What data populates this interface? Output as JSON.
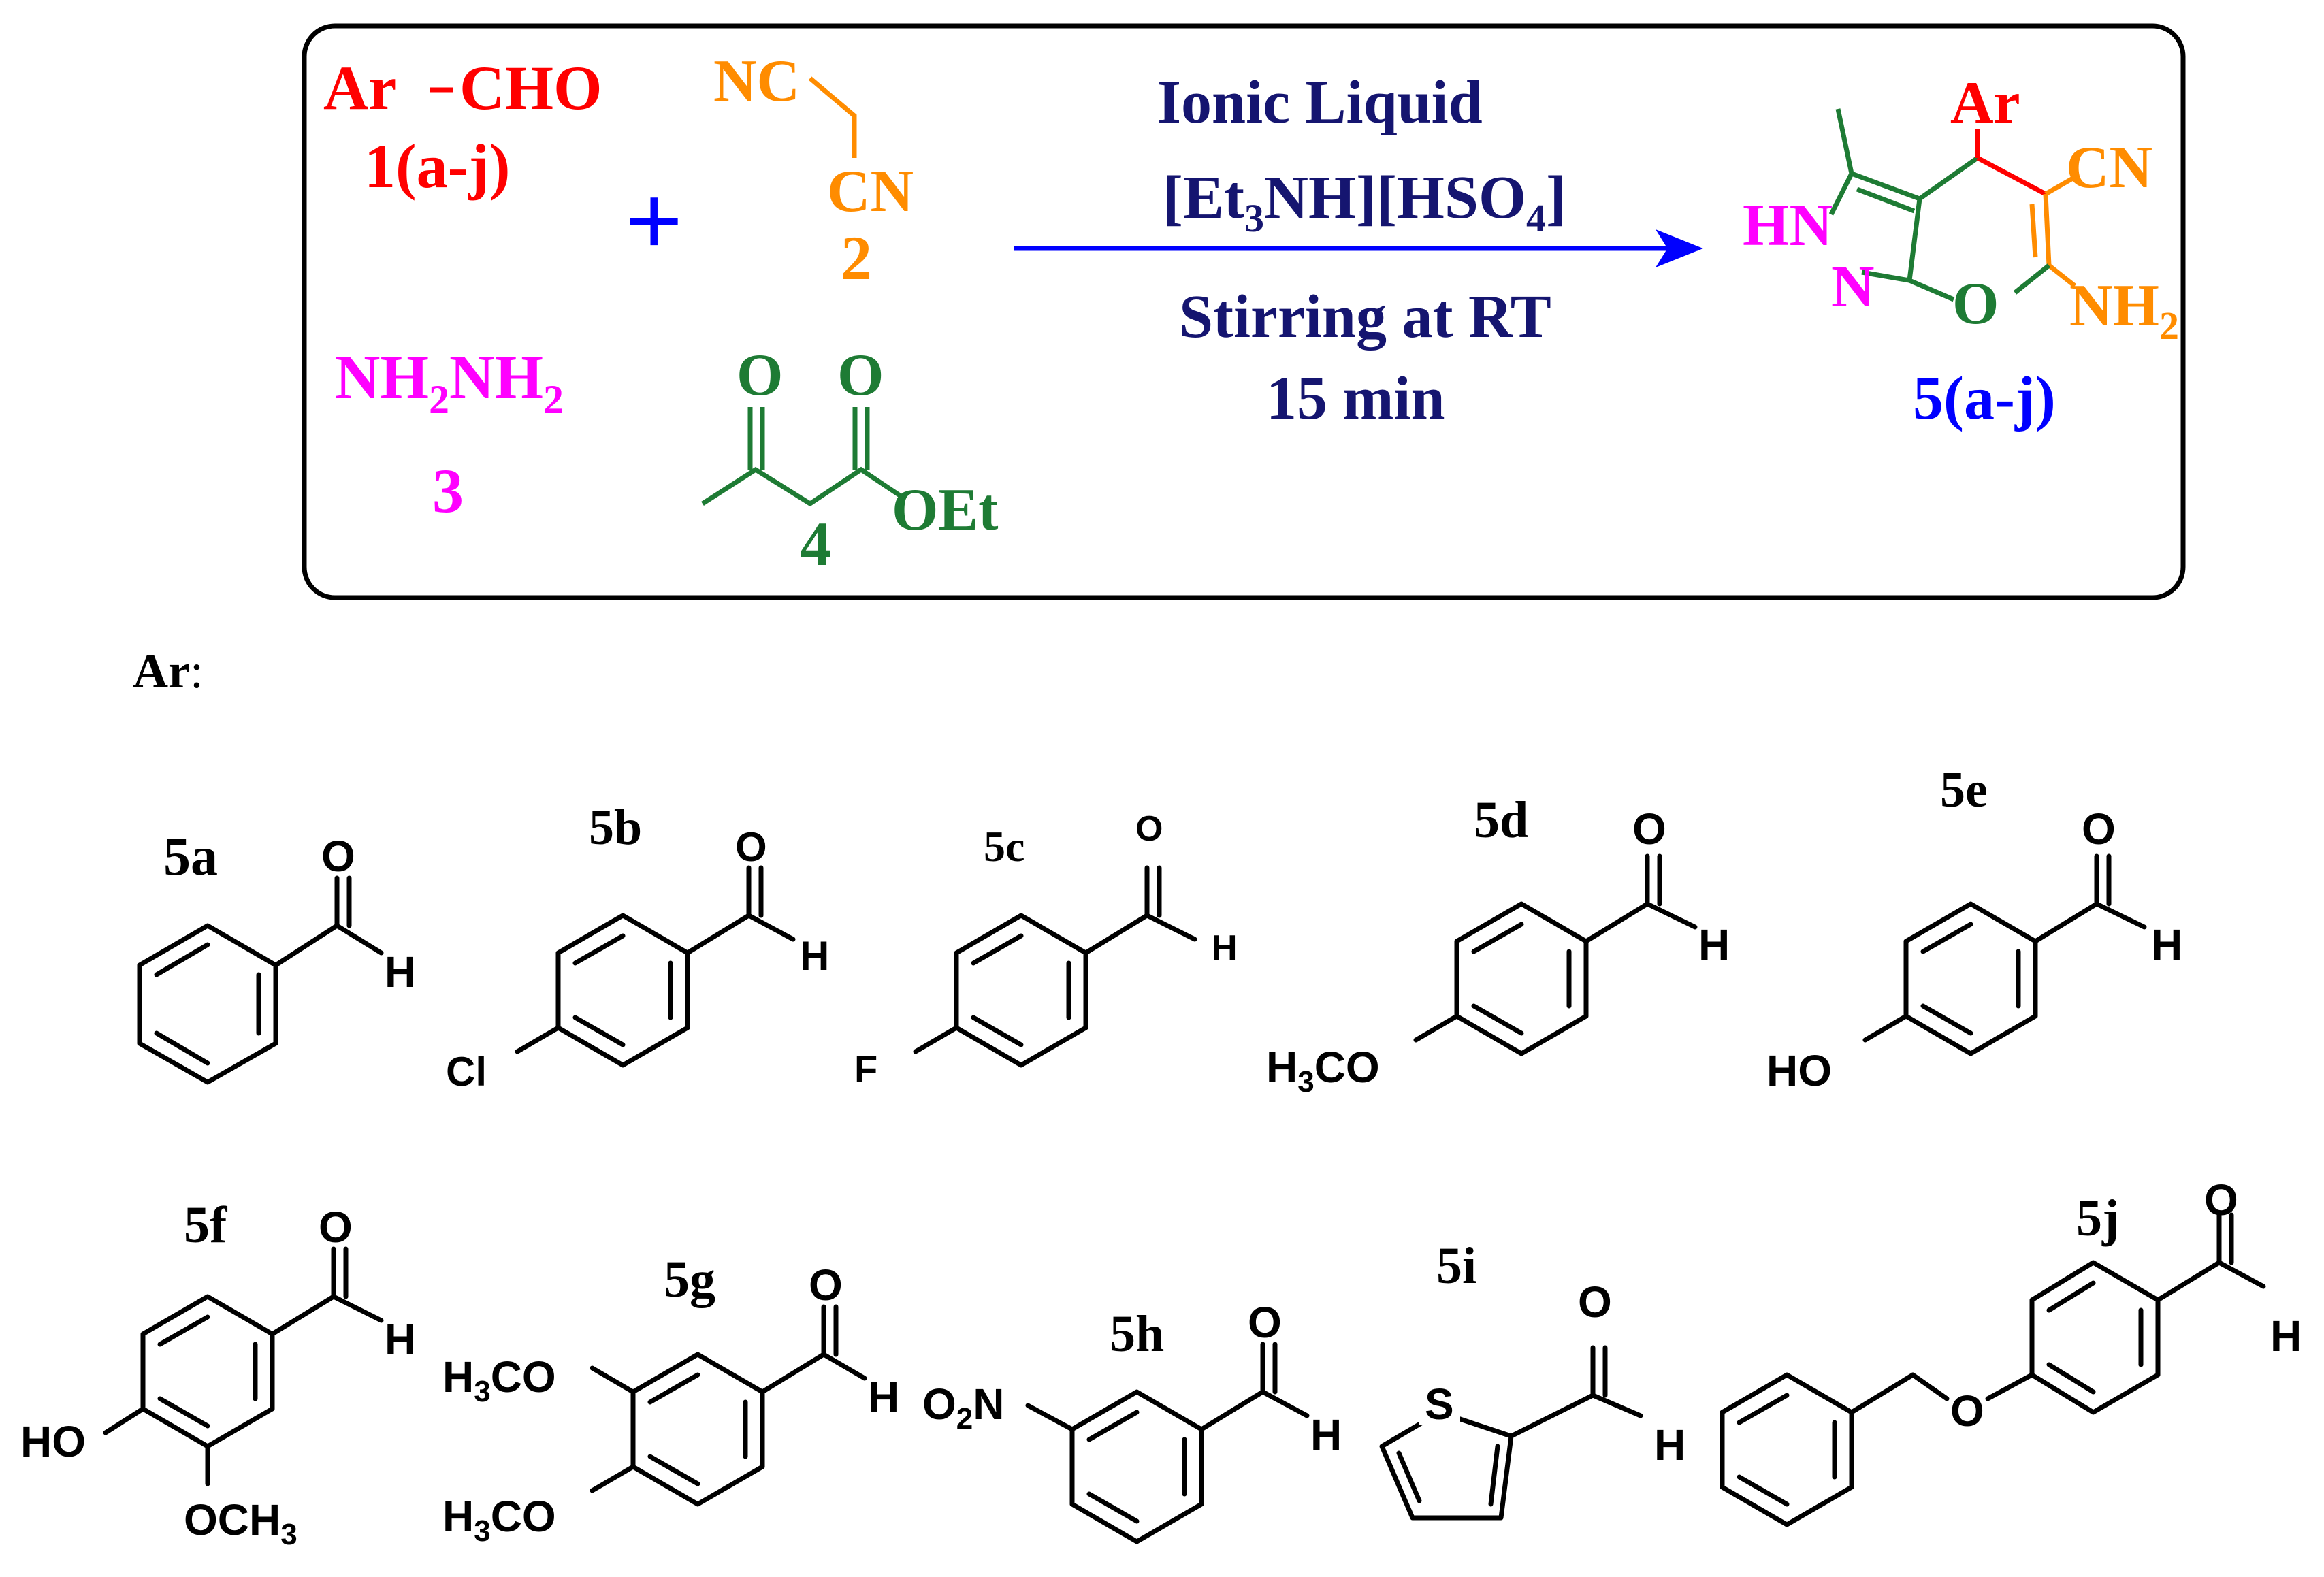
{
  "colors": {
    "red": "#FF0000",
    "orange": "#FF8C00",
    "magenta": "#FF00FF",
    "green": "#1E7B34",
    "navy": "#151570",
    "blue": "#0000FF",
    "black": "#000000"
  },
  "reactants": {
    "aldehyde": {
      "formula": "Ar-CHO",
      "ar": "Ar",
      "cho": "CHO",
      "label": "1(a-j)"
    },
    "plus": "+",
    "malononitrile": {
      "nc": "NC",
      "cn": "CN",
      "label": "2"
    },
    "hydrazine": {
      "nh2": "NH",
      "sub2": "2",
      "nh2b": "NH",
      "sub2b": "2",
      "label": "3"
    },
    "ethyl_acetoacetate": {
      "o1": "O",
      "o2": "O",
      "oet": "OEt",
      "label": "4"
    }
  },
  "conditions": {
    "line1": "Ionic Liquid",
    "catalyst": {
      "p1": "[Et",
      "s1": "3",
      "p2": "NH][HSO",
      "s2": "4",
      "p3": "]"
    },
    "line3": "Stirring at RT",
    "line4": "15 min"
  },
  "product": {
    "ar": "Ar",
    "cn": "CN",
    "hn": "HN",
    "n": "N",
    "o": "O",
    "nh2": "NH",
    "nh2_sub": "2",
    "label": "5(a-j)"
  },
  "ar_section": {
    "heading": "Ar",
    "colon": ":"
  },
  "compounds": [
    {
      "id": "5a",
      "atoms": [
        "O",
        "H"
      ]
    },
    {
      "id": "5b",
      "atoms": [
        "O",
        "H",
        "Cl"
      ]
    },
    {
      "id": "5c",
      "atoms": [
        "O",
        "H",
        "F"
      ]
    },
    {
      "id": "5d",
      "atoms": [
        "O",
        "H",
        "H",
        "3",
        "CO"
      ]
    },
    {
      "id": "5e",
      "atoms": [
        "O",
        "H",
        "HO"
      ]
    },
    {
      "id": "5f",
      "atoms": [
        "O",
        "H",
        "HO",
        "OCH",
        "3"
      ]
    },
    {
      "id": "5g",
      "atoms": [
        "O",
        "H",
        "H",
        "3",
        "CO",
        "H",
        "3",
        "CO"
      ]
    },
    {
      "id": "5h",
      "atoms": [
        "O",
        "H",
        "O",
        "2",
        "N"
      ]
    },
    {
      "id": "5i",
      "atoms": [
        "O",
        "H",
        "S"
      ]
    },
    {
      "id": "5j",
      "atoms": [
        "O",
        "H",
        "O"
      ]
    }
  ]
}
